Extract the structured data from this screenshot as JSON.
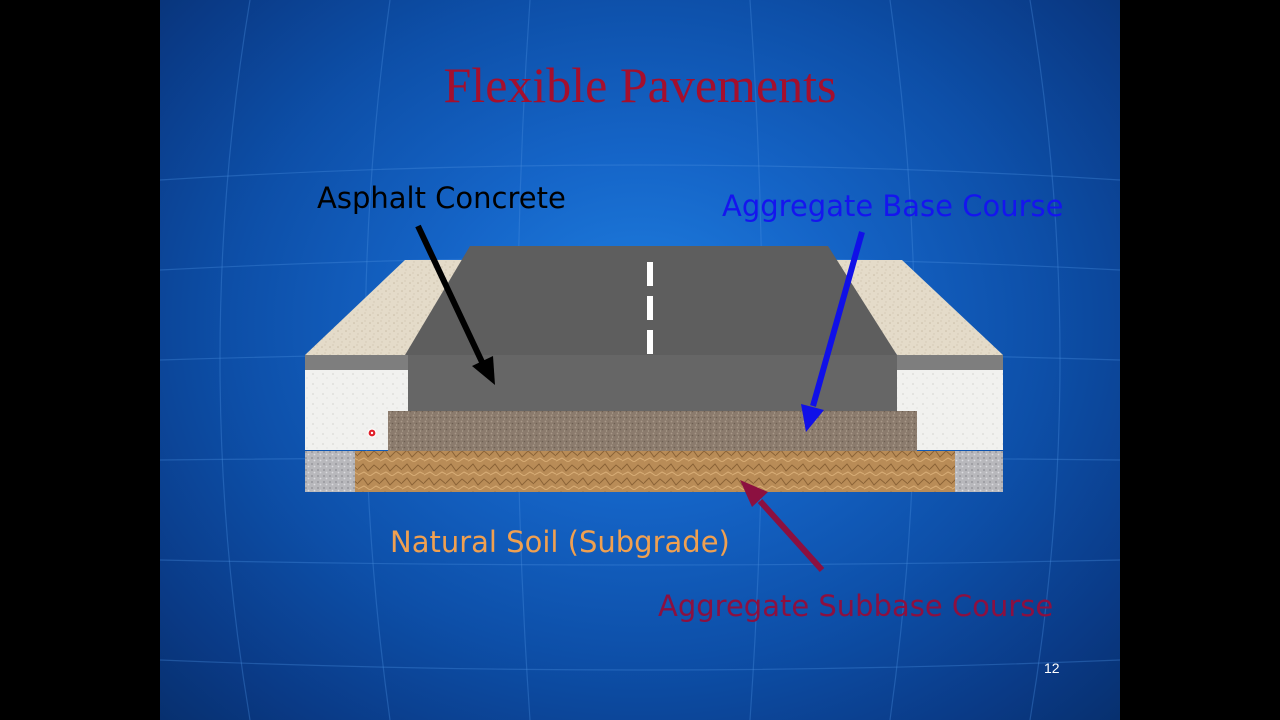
{
  "slide": {
    "title": "Flexible Pavements",
    "page_number": "12"
  },
  "labels": {
    "asphalt_concrete": "Asphalt Concrete",
    "aggregate_base_course": "Aggregate Base Course",
    "natural_soil": "Natural Soil (Subgrade)",
    "aggregate_subbase_course": "Aggregate Subbase Course"
  },
  "colors": {
    "title": "#a50f2d",
    "asphalt_label": "#000000",
    "base_label": "#1515ee",
    "soil_label": "#f0a050",
    "subbase_label": "#8c1040",
    "asphalt_surface": "#5f5f5f",
    "base_layer": "#8a7a6c",
    "subbase_layer": "#b58a55",
    "shoulder": "#e6ddcc"
  }
}
